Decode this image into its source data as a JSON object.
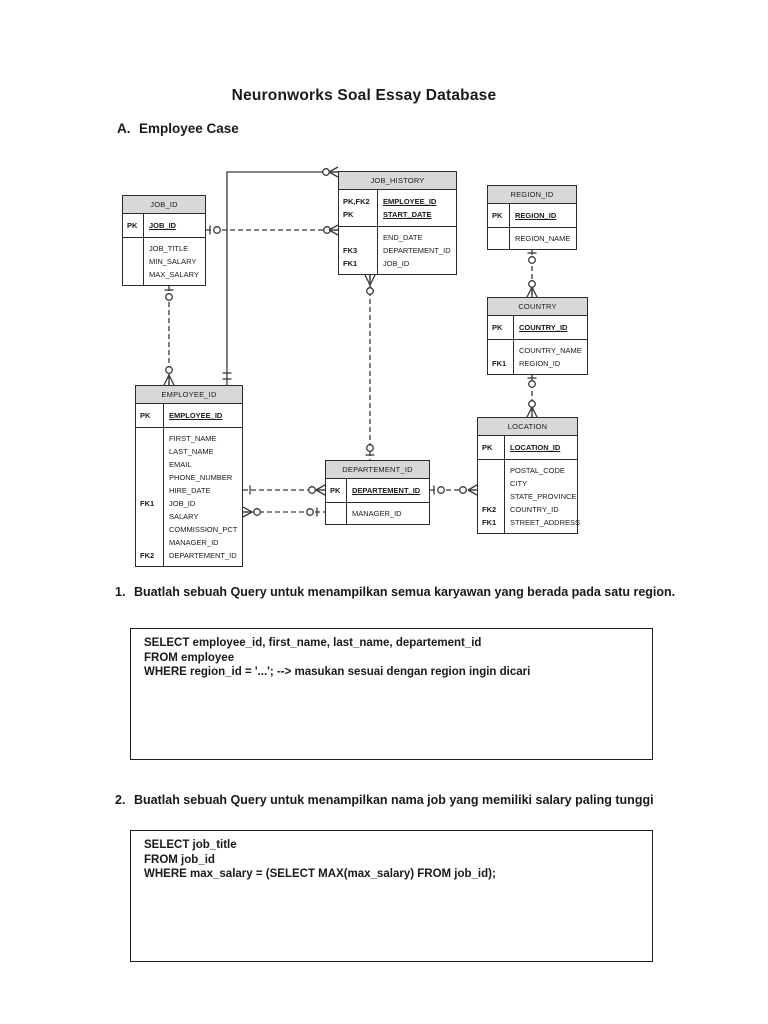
{
  "page": {
    "title": "Neuronworks Soal Essay Database",
    "section": {
      "letter": "A.",
      "title": "Employee Case"
    }
  },
  "diagram": {
    "header_bg": "#d8d8d8",
    "line_color": "#3a3a3a",
    "tables": [
      {
        "id": "job_id",
        "title": "JOB_ID",
        "pk_rows": [
          {
            "k": "PK",
            "v": "JOB_ID",
            "u": true
          }
        ],
        "attr_rows": [
          {
            "k": "",
            "v": "JOB_TITLE"
          },
          {
            "k": "",
            "v": "MIN_SALARY"
          },
          {
            "k": "",
            "v": "MAX_SALARY"
          }
        ]
      },
      {
        "id": "job_history",
        "title": "JOB_HISTORY",
        "pk_rows": [
          {
            "k": "PK,FK2",
            "v": "EMPLOYEE_ID",
            "u": true
          },
          {
            "k": "PK",
            "v": "START_DATE",
            "u": true
          }
        ],
        "attr_rows": [
          {
            "k": "",
            "v": "END_DATE"
          },
          {
            "k": "FK3",
            "v": "DEPARTEMENT_ID"
          },
          {
            "k": "FK1",
            "v": "JOB_ID"
          }
        ]
      },
      {
        "id": "region_id",
        "title": "REGION_ID",
        "pk_rows": [
          {
            "k": "PK",
            "v": "REGION_ID",
            "u": true
          }
        ],
        "attr_rows": [
          {
            "k": "",
            "v": "REGION_NAME"
          }
        ]
      },
      {
        "id": "country",
        "title": "COUNTRY",
        "pk_rows": [
          {
            "k": "PK",
            "v": "COUNTRY_ID",
            "u": true
          }
        ],
        "attr_rows": [
          {
            "k": "",
            "v": "COUNTRY_NAME"
          },
          {
            "k": "FK1",
            "v": "REGION_ID"
          }
        ]
      },
      {
        "id": "employee_id",
        "title": "EMPLOYEE_ID",
        "pk_rows": [
          {
            "k": "PK",
            "v": "EMPLOYEE_ID",
            "u": true
          }
        ],
        "attr_rows": [
          {
            "k": "",
            "v": "FIRST_NAME"
          },
          {
            "k": "",
            "v": "LAST_NAME"
          },
          {
            "k": "",
            "v": "EMAIL"
          },
          {
            "k": "",
            "v": "PHONE_NUMBER"
          },
          {
            "k": "",
            "v": "HIRE_DATE"
          },
          {
            "k": "FK1",
            "v": "JOB_ID"
          },
          {
            "k": "",
            "v": "SALARY"
          },
          {
            "k": "",
            "v": "COMMISSION_PCT"
          },
          {
            "k": "",
            "v": "MANAGER_ID"
          },
          {
            "k": "FK2",
            "v": "DEPARTEMENT_ID"
          }
        ]
      },
      {
        "id": "departement_id",
        "title": "DEPARTEMENT_ID",
        "pk_rows": [
          {
            "k": "PK",
            "v": "DEPARTEMENT_ID",
            "u": true
          }
        ],
        "attr_rows": [
          {
            "k": "",
            "v": "MANAGER_ID"
          }
        ]
      },
      {
        "id": "location",
        "title": "LOCATION",
        "pk_rows": [
          {
            "k": "PK",
            "v": "LOCATION_ID",
            "u": true
          }
        ],
        "attr_rows": [
          {
            "k": "",
            "v": "POSTAL_CODE"
          },
          {
            "k": "",
            "v": "CITY"
          },
          {
            "k": "",
            "v": "STATE_PROVINCE"
          },
          {
            "k": "FK2",
            "v": "COUNTRY_ID"
          },
          {
            "k": "FK1",
            "v": "STREET_ADDRESS"
          }
        ]
      }
    ]
  },
  "questions": [
    {
      "num": "1.",
      "text": "Buatlah sebuah Query untuk menampilkan semua karyawan yang berada pada satu region.",
      "sql": [
        "SELECT employee_id, first_name, last_name, departement_id",
        "FROM employee",
        "WHERE region_id = '...'; --> masukan sesuai dengan region ingin dicari"
      ]
    },
    {
      "num": "2.",
      "text": "Buatlah sebuah Query untuk menampilkan nama job yang memiliki salary paling tunggi",
      "sql": [
        "SELECT job_title",
        "FROM job_id",
        "WHERE max_salary = (SELECT MAX(max_salary) FROM job_id);"
      ]
    }
  ]
}
